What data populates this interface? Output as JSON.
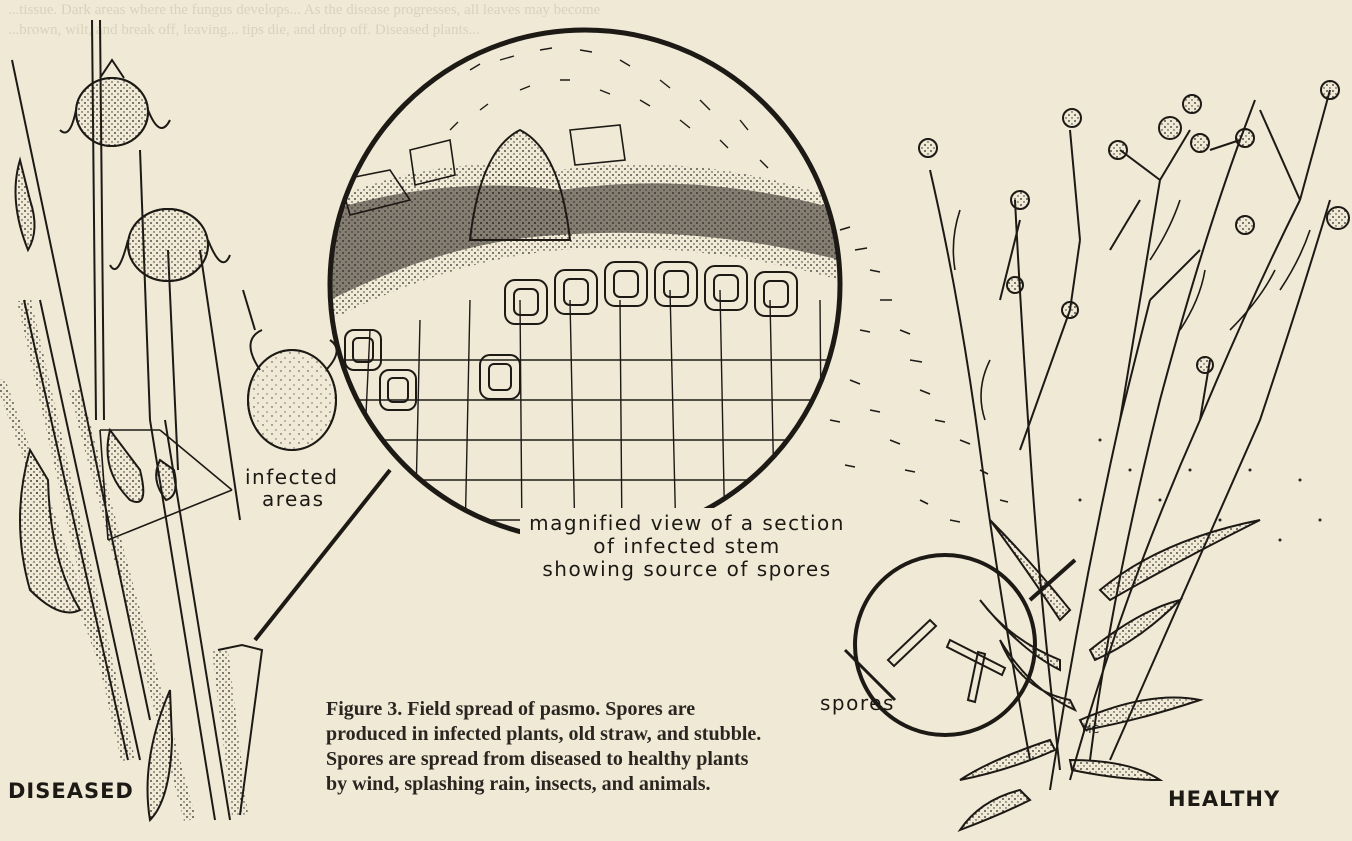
{
  "bleed_through": {
    "line_1": "...tissue. Dark areas where the fungus develops... As the disease progresses, all leaves may become",
    "line_2": "...brown, wilt, and break off, leaving... tips die, and drop off. Diseased plants..."
  },
  "labels": {
    "infected_areas_line1": "infected",
    "infected_areas_line2": "areas",
    "magnified_line1": "magnified  view  of a  section",
    "magnified_line2": "of  infected  stem",
    "magnified_line3": "showing  source  of  spores",
    "spores": "spores",
    "diseased": "DISEASED",
    "healthy": "HEALTHY"
  },
  "caption": {
    "text": "Figure 3. Field spread of pasmo. Spores are produced in infected plants, old straw, and stubble. Spores are spread from diseased to healthy plants by wind, splashing rain, insects, and animals."
  },
  "colors": {
    "paper": "#efe9d6",
    "ink": "#1d1a16",
    "stipple": "#4a433a"
  }
}
